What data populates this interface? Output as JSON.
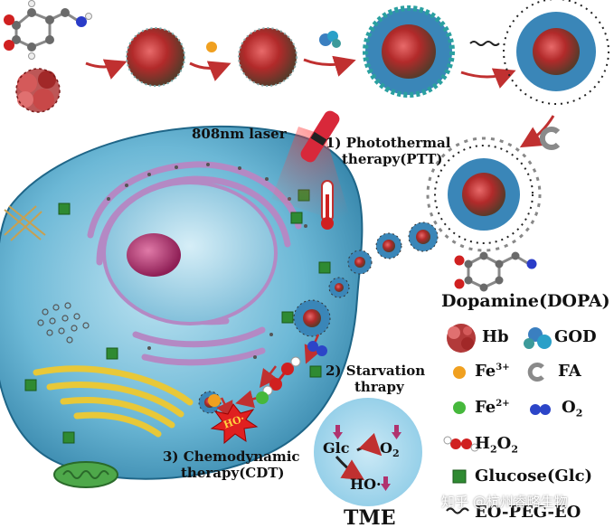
{
  "labels": {
    "laser": "808nm laser",
    "ptt_line1": "1) Photothermal",
    "ptt_line2": "therapy(PTT)",
    "starv_line1": "2) Starvation",
    "starv_line2": "thrapy",
    "cdt_line1": "3) Chemodynamic",
    "cdt_line2": "therapy(CDT)",
    "tme": "TME",
    "tme_glc": "Glc",
    "tme_o2": "O",
    "tme_o2_sub": "2",
    "tme_ho": "HO·",
    "radical": "HO·"
  },
  "legend": {
    "dopamine": "Dopamine(DOPA)",
    "hb": "Hb",
    "god": "GOD",
    "fe3": "Fe",
    "fe3_sup": "3+",
    "fa": "FA",
    "fe2": "Fe",
    "fe2_sup": "2+",
    "o2": "O",
    "o2_sub": "2",
    "h2o2_a": "H",
    "h2o2_sub1": "2",
    "h2o2_b": "O",
    "h2o2_sub2": "2",
    "glucose": "Glucose(Glc)",
    "peg": "EO-PEG-EO"
  },
  "watermark": "知乎 @杭州睿略生物",
  "colors": {
    "cell": "#5fb0cf",
    "cell_dark": "#2e7fa3",
    "nucleus": "#8ec7df",
    "nucleolus": "#b0336e",
    "er": "#b489c4",
    "golgi": "#e8c838",
    "glucose": "#2f8a32",
    "fe3": "#f0a020",
    "fe2": "#46b83c",
    "o2": "#2c45c8",
    "arrow": "#c03030",
    "tme_bg": "#9fd3ea",
    "laser": "#d8283a"
  }
}
